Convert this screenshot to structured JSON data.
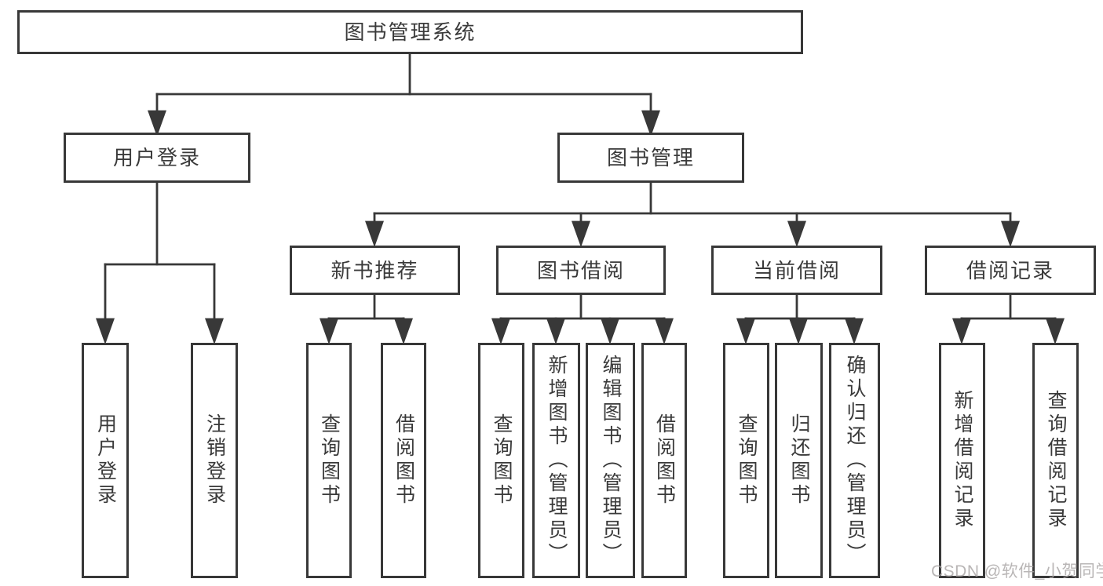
{
  "colors": {
    "background": "#ffffff",
    "line": "#383838",
    "text": "#3a3a3a",
    "watermark": "#a8a4a4"
  },
  "watermark": "CSDN @软件_小贺同学",
  "tree": {
    "root": {
      "label": "图书管理系统",
      "children": [
        {
          "label": "用户登录",
          "children": [
            {
              "label": "用户登录"
            },
            {
              "label": "注销登录"
            }
          ]
        },
        {
          "label": "图书管理",
          "children": [
            {
              "label": "新书推荐",
              "children": [
                {
                  "label": "查询图书"
                },
                {
                  "label": "借阅图书"
                }
              ]
            },
            {
              "label": "图书借阅",
              "children": [
                {
                  "label": "查询图书"
                },
                {
                  "label": "新增图书（管理员）"
                },
                {
                  "label": "编辑图书（管理员）"
                },
                {
                  "label": "借阅图书"
                }
              ]
            },
            {
              "label": "当前借阅",
              "children": [
                {
                  "label": "查询图书"
                },
                {
                  "label": "归还图书"
                },
                {
                  "label": "确认归还（管理员）"
                }
              ]
            },
            {
              "label": "借阅记录",
              "children": [
                {
                  "label": "新增借阅记录"
                },
                {
                  "label": "查询借阅记录"
                }
              ]
            }
          ]
        }
      ]
    }
  }
}
